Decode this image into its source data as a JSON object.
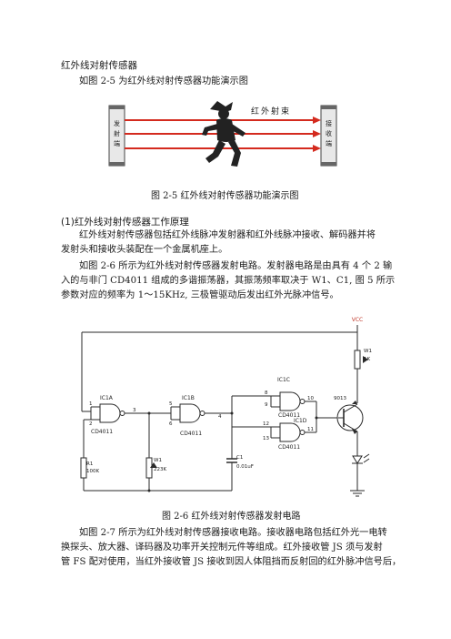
{
  "title": "红外线对射传感器",
  "intro": "如图 2-5 为红外线对射传感器功能演示图",
  "fig5": {
    "emitter_label": [
      "发",
      "射",
      "端"
    ],
    "receiver_label": [
      "接",
      "收",
      "端"
    ],
    "beam_label": "红外射束",
    "caption": "图 2-5  红外线对射传感器功能演示图",
    "colors": {
      "beam": "#d42a1e",
      "post": "#555555",
      "figure": "#222222"
    }
  },
  "section1": {
    "heading": "(1)红外线对射传感器工作原理",
    "para1": [
      "红外线对射传感器包括红外线脉冲发射器和红外线脉冲接收、解码器并将",
      "发射头和接收头装配在一个金属机座上。"
    ],
    "para2": [
      "如图 2-6 所示为红外线对射传感器发射电路。发射器电路是由具有 4 个 2 输",
      "入的与非门 CD4011 组成的多谐振荡器，其振荡频率取决于 W1、C1, 图 5 所示",
      "参数对应的频率为 1～15KHz, 三极管驱动后发出红外光脉冲信号。"
    ]
  },
  "fig6": {
    "vcc": "VCC",
    "gates": [
      {
        "name": "IC1A",
        "part": "CD4011",
        "pins": [
          "1",
          "2",
          "3"
        ]
      },
      {
        "name": "IC1B",
        "part": "CD4011",
        "pins": [
          "5",
          "6",
          "4"
        ]
      },
      {
        "name": "IC1C",
        "part": "CD4011",
        "pins": [
          "8",
          "9",
          "10"
        ]
      },
      {
        "name": "IC1D",
        "part": "CD4011",
        "pins": [
          "12",
          "13",
          "11"
        ]
      }
    ],
    "r1": [
      "R1",
      "100K"
    ],
    "w1": [
      "W1",
      "223K"
    ],
    "c1": [
      "C1",
      "0.01uF"
    ],
    "w2": [
      "W1",
      "1K"
    ],
    "transistor": "9013",
    "caption": "图 2-6  红外线对射传感器发射电路",
    "colors": {
      "vcc": "#c0392b",
      "wire": "#2a2a2a"
    }
  },
  "para3": [
    "如图 2-7 所示为红外线对射传感器接收电路。接收器电路包括红外光一电转",
    "换探头、放大器、译码器及功率开关控制元件等组成。红外接收管 JS 须与发射",
    "管 FS 配对使用，当红外接收管 JS 接收到因人体阻挡而反射回的红外脉冲信号后，"
  ]
}
